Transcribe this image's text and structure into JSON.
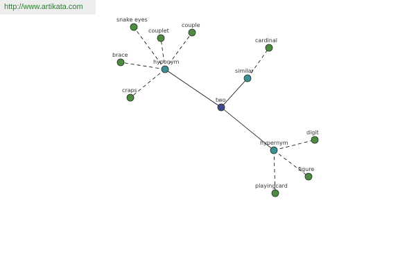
{
  "banner": {
    "text": "http://www.artikata.com"
  },
  "colors": {
    "root": "#404a8c",
    "relation": "#3e8e96",
    "leaf": "#4e8a42",
    "node_stroke": "#1f2f1f",
    "edge": "#000000",
    "banner_text": "#2e7d32"
  },
  "graph": {
    "nodes": [
      {
        "id": "two",
        "label": "two",
        "kind": "root"
      },
      {
        "id": "hyponym",
        "label": "hyponym",
        "kind": "relation"
      },
      {
        "id": "similar",
        "label": "similar",
        "kind": "relation"
      },
      {
        "id": "hypernym",
        "label": "hypernym",
        "kind": "relation"
      },
      {
        "id": "snake_eyes",
        "label": "snake eyes",
        "kind": "leaf"
      },
      {
        "id": "couplet",
        "label": "couplet",
        "kind": "leaf"
      },
      {
        "id": "couple",
        "label": "couple",
        "kind": "leaf"
      },
      {
        "id": "brace",
        "label": "brace",
        "kind": "leaf"
      },
      {
        "id": "craps",
        "label": "craps",
        "kind": "leaf"
      },
      {
        "id": "cardinal",
        "label": "cardinal",
        "kind": "leaf"
      },
      {
        "id": "digit",
        "label": "digit",
        "kind": "leaf"
      },
      {
        "id": "figure",
        "label": "figure",
        "kind": "leaf"
      },
      {
        "id": "playingcard",
        "label": "playingcard",
        "kind": "leaf"
      }
    ],
    "edges": [
      {
        "from": "two",
        "to": "hyponym",
        "style": "solid"
      },
      {
        "from": "two",
        "to": "similar",
        "style": "solid"
      },
      {
        "from": "two",
        "to": "hypernym",
        "style": "solid"
      },
      {
        "from": "hyponym",
        "to": "snake_eyes",
        "style": "dashed"
      },
      {
        "from": "hyponym",
        "to": "couplet",
        "style": "dashed"
      },
      {
        "from": "hyponym",
        "to": "couple",
        "style": "dashed"
      },
      {
        "from": "hyponym",
        "to": "brace",
        "style": "dashed"
      },
      {
        "from": "hyponym",
        "to": "craps",
        "style": "dashed"
      },
      {
        "from": "similar",
        "to": "cardinal",
        "style": "dashed"
      },
      {
        "from": "hypernym",
        "to": "digit",
        "style": "dashed"
      },
      {
        "from": "hypernym",
        "to": "figure",
        "style": "dashed"
      },
      {
        "from": "hypernym",
        "to": "playingcard",
        "style": "dashed"
      }
    ]
  }
}
